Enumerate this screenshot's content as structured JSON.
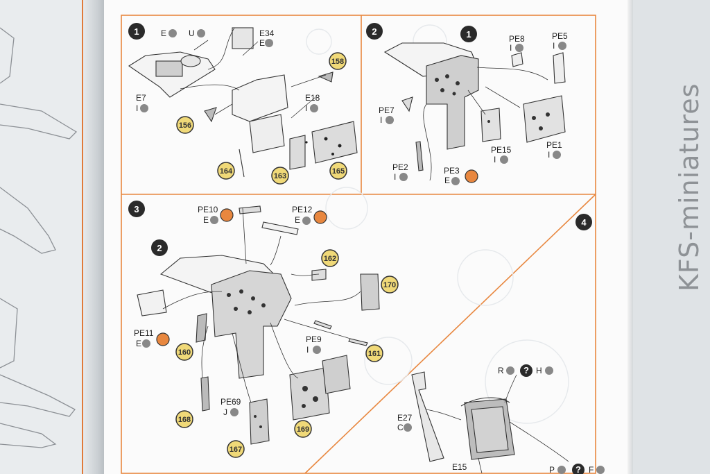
{
  "steps": [
    {
      "number": "1"
    },
    {
      "number": "2",
      "sub_step": "1"
    },
    {
      "number": "3",
      "sub_step": "2"
    },
    {
      "number": "4"
    }
  ],
  "step1_labels": {
    "e_top": "E",
    "u_top": "U",
    "e34": "E34",
    "e34_letter": "E",
    "e7": "E7",
    "e7_letter": "I",
    "e18": "E18",
    "e18_letter": "I"
  },
  "step1_paint": [
    "158",
    "156",
    "164",
    "163",
    "165"
  ],
  "step2_labels": {
    "pe8": "PE8",
    "pe8_letter": "I",
    "pe5": "PE5",
    "pe5_letter": "I",
    "pe7": "PE7",
    "pe7_letter": "I",
    "pe15": "PE15",
    "pe15_letter": "I",
    "pe1": "PE1",
    "pe1_letter": "I",
    "pe2": "PE2",
    "pe2_letter": "I",
    "pe3": "PE3",
    "pe3_letter": "E"
  },
  "step3_labels": {
    "pe10": "PE10",
    "pe10_letter": "E",
    "pe12": "PE12",
    "pe12_letter": "E",
    "pe11": "PE11",
    "pe11_letter": "E",
    "pe9": "PE9",
    "pe9_letter": "I",
    "pe69": "PE69",
    "pe69_letter": "J"
  },
  "step3_paint": [
    "162",
    "170",
    "160",
    "161",
    "168",
    "169",
    "167"
  ],
  "step4_labels": {
    "r": "R",
    "q1": "?",
    "h": "H",
    "e27": "E27",
    "e27_letter": "C",
    "e15": "E15",
    "p": "P",
    "q2": "?",
    "f": "F"
  },
  "watermark": "KFS-miniatures",
  "colors": {
    "frame": "#e8873f",
    "paint_chip": "#f0d978",
    "badge_orange": "#e8873f",
    "step_badge": "#2a2a2a"
  }
}
